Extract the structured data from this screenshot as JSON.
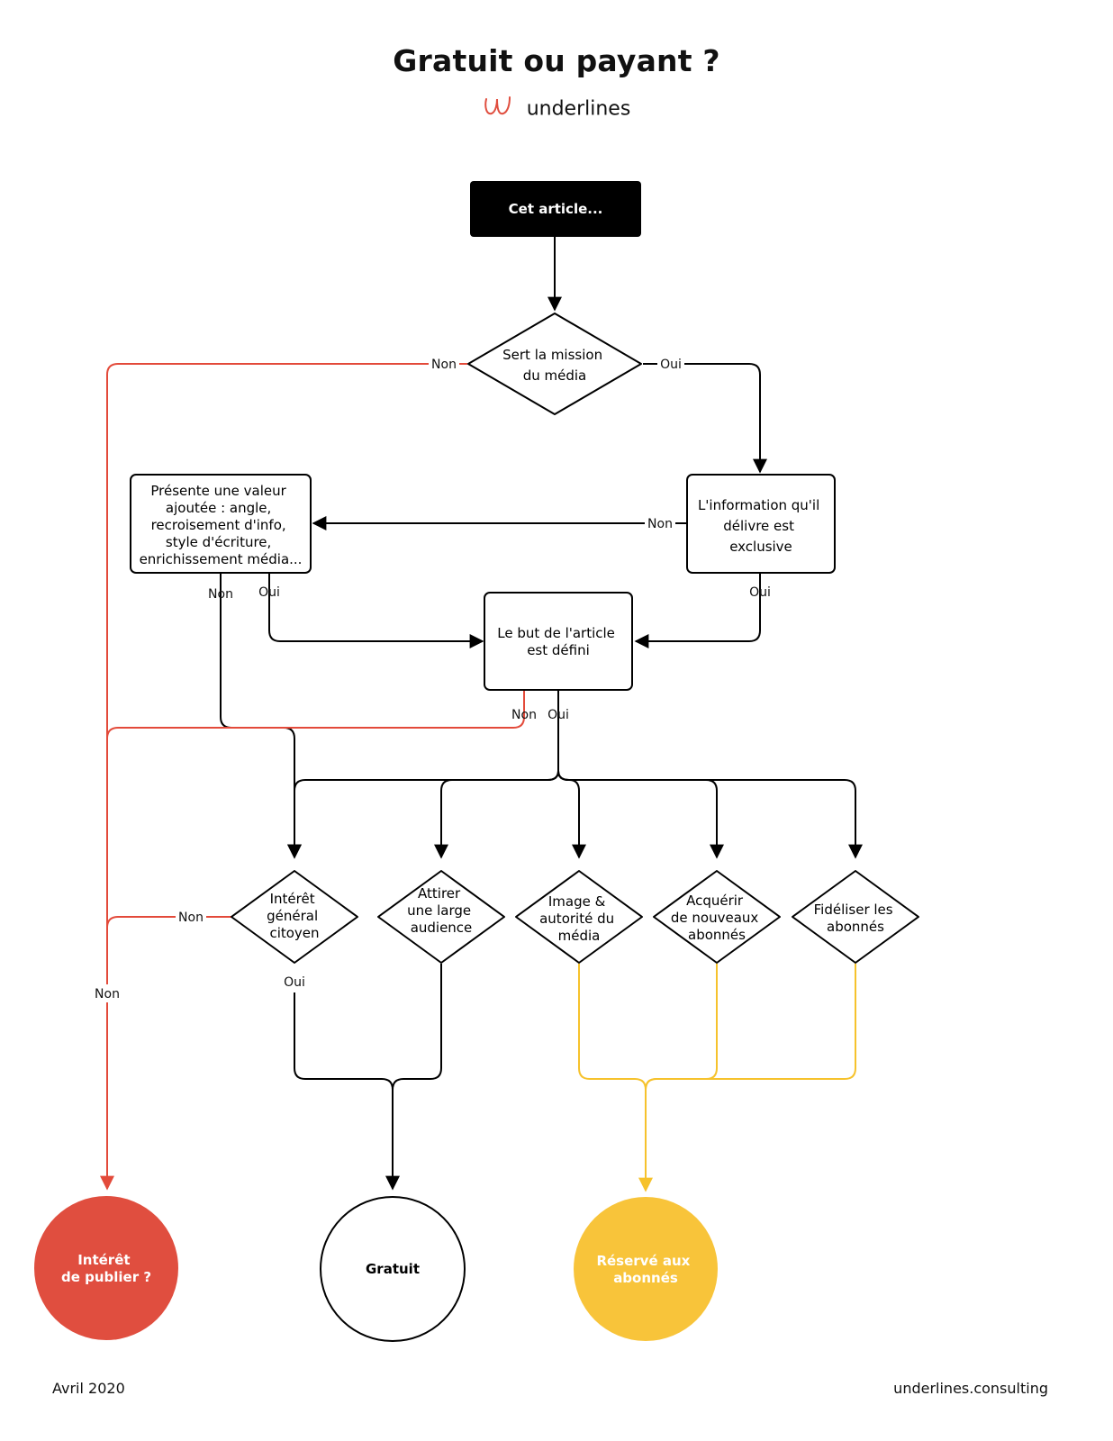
{
  "header": {
    "title": "Gratuit ou payant ?",
    "brand_name": "underlines",
    "brand_logo_letter": "u"
  },
  "footer": {
    "date": "Avril 2020",
    "website": "underlines.consulting"
  },
  "colors": {
    "black": "#000000",
    "red": "#e04e3f",
    "yellow": "#f8c43a",
    "red_line": "#e34a3a",
    "yellow_line": "#f6c22c"
  },
  "diagram": {
    "start": "Cet article...",
    "q_mission": [
      "Sert la mission",
      "du média"
    ],
    "q_exclusive": [
      "L'information qu'il",
      "délivre est",
      "exclusive"
    ],
    "q_value": [
      "Présente une valeur",
      "ajoutée : angle,",
      "recroisement d'info,",
      "style d'écriture,",
      "enrichissement média..."
    ],
    "q_goal": [
      "Le but de l'article",
      "est défini"
    ],
    "goal_interet": [
      "Intérêt",
      "général",
      "citoyen"
    ],
    "goal_audience": [
      "Attirer",
      "une large",
      "audience"
    ],
    "goal_image": [
      "Image &",
      "autorité du",
      "média"
    ],
    "goal_acquerir": [
      "Acquérir",
      "de nouveaux",
      "abonnés"
    ],
    "goal_fideliser": [
      "Fidéliser les",
      "abonnés"
    ],
    "outcome_interet": [
      "Intérêt",
      "de publier ?"
    ],
    "outcome_gratuit": "Gratuit",
    "outcome_reserve": [
      "Réservé aux",
      "abonnés"
    ],
    "labels": {
      "mission_non": "Non",
      "mission_oui": "Oui",
      "exclusive_non": "Non",
      "exclusive_oui": "Oui",
      "value_non": "Non",
      "value_oui": "Oui",
      "goal_non": "Non",
      "goal_oui": "Oui",
      "interet_non": "Non",
      "interet_oui": "Oui",
      "left_non": "Non"
    }
  }
}
